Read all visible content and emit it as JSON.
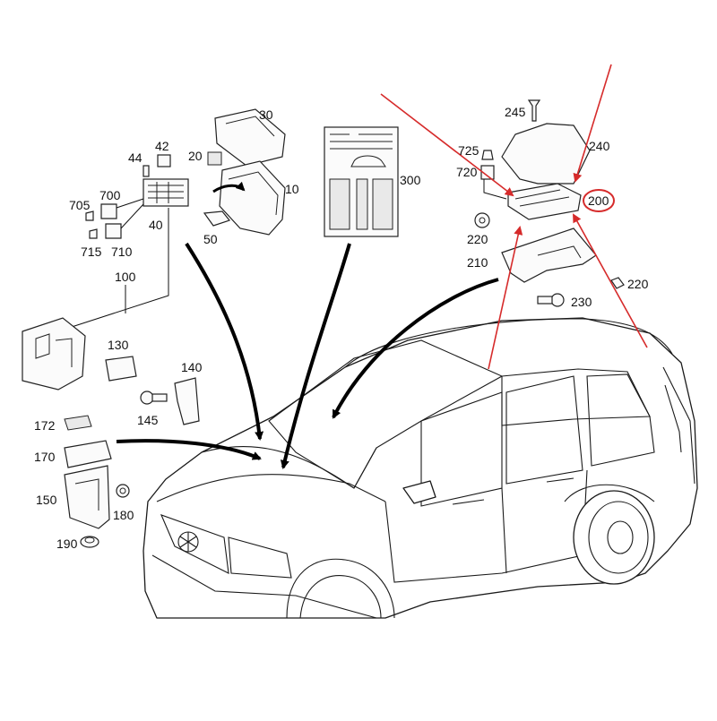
{
  "diagram": {
    "callouts": [
      {
        "id": "c30",
        "text": "30"
      },
      {
        "id": "c42",
        "text": "42"
      },
      {
        "id": "c44",
        "text": "44"
      },
      {
        "id": "c20",
        "text": "20"
      },
      {
        "id": "c705",
        "text": "705"
      },
      {
        "id": "c700",
        "text": "700"
      },
      {
        "id": "c40",
        "text": "40"
      },
      {
        "id": "c10",
        "text": "10"
      },
      {
        "id": "c715",
        "text": "715"
      },
      {
        "id": "c710",
        "text": "710"
      },
      {
        "id": "c50",
        "text": "50"
      },
      {
        "id": "c100",
        "text": "100"
      },
      {
        "id": "c130",
        "text": "130"
      },
      {
        "id": "c140",
        "text": "140"
      },
      {
        "id": "c145",
        "text": "145"
      },
      {
        "id": "c172",
        "text": "172"
      },
      {
        "id": "c170",
        "text": "170"
      },
      {
        "id": "c150",
        "text": "150"
      },
      {
        "id": "c180",
        "text": "180"
      },
      {
        "id": "c190",
        "text": "190"
      },
      {
        "id": "c300",
        "text": "300"
      },
      {
        "id": "c245",
        "text": "245"
      },
      {
        "id": "c725",
        "text": "725"
      },
      {
        "id": "c720",
        "text": "720"
      },
      {
        "id": "c240",
        "text": "240"
      },
      {
        "id": "c200",
        "text": "200"
      },
      {
        "id": "c220a",
        "text": "220"
      },
      {
        "id": "c210",
        "text": "210"
      },
      {
        "id": "c220b",
        "text": "220"
      },
      {
        "id": "c230",
        "text": "230"
      }
    ],
    "highlighted_part": "200",
    "colors": {
      "line": "#1a1a1a",
      "pointer_arrow": "#d62b2b",
      "highlight_circle": "#d62b2b",
      "flow_arrow": "#000000"
    }
  }
}
